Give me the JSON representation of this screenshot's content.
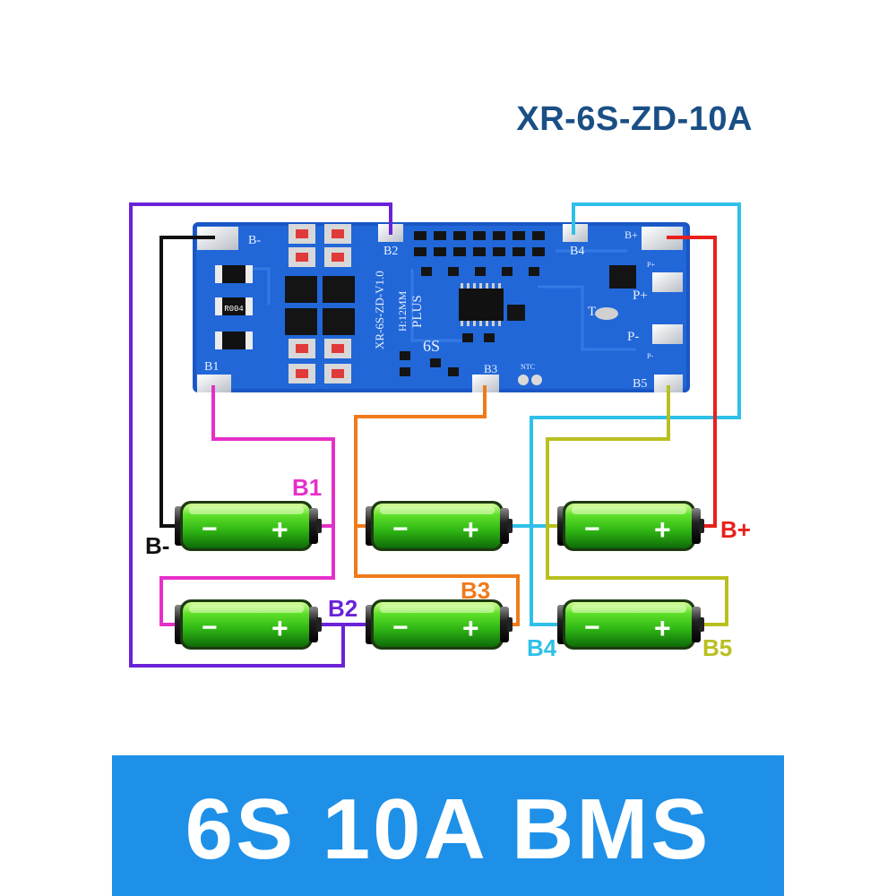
{
  "title": "XR-6S-ZD-10A",
  "banner": "6S 10A BMS",
  "board": {
    "pads": [
      "B-",
      "B1",
      "B2",
      "B3",
      "B4",
      "B5",
      "B+",
      "P+",
      "P-",
      "T",
      "NTC"
    ],
    "silk_model": "XR-6S-ZD-V1.0",
    "silk_h": "H:12MM",
    "silk_plus": "PLUS",
    "silk_cells": "6S",
    "resistor_code": "R004",
    "small_pads": [
      "P+",
      "P-"
    ]
  },
  "cell_signs": {
    "neg": "−",
    "pos": "+"
  },
  "wire_labels": {
    "bminus": "B-",
    "b1": "B1",
    "b2": "B2",
    "b3": "B3",
    "b4": "B4",
    "b5": "B5",
    "bplus": "B+"
  },
  "colors": {
    "bminus": "#111111",
    "b1": "#e62fc9",
    "b2": "#6a22d8",
    "b3": "#f07a1a",
    "b4": "#2ec0e8",
    "b5": "#b9bf1e",
    "bplus": "#e8201a",
    "pcb": "#1d5fd0",
    "banner": "#1e90e8"
  }
}
